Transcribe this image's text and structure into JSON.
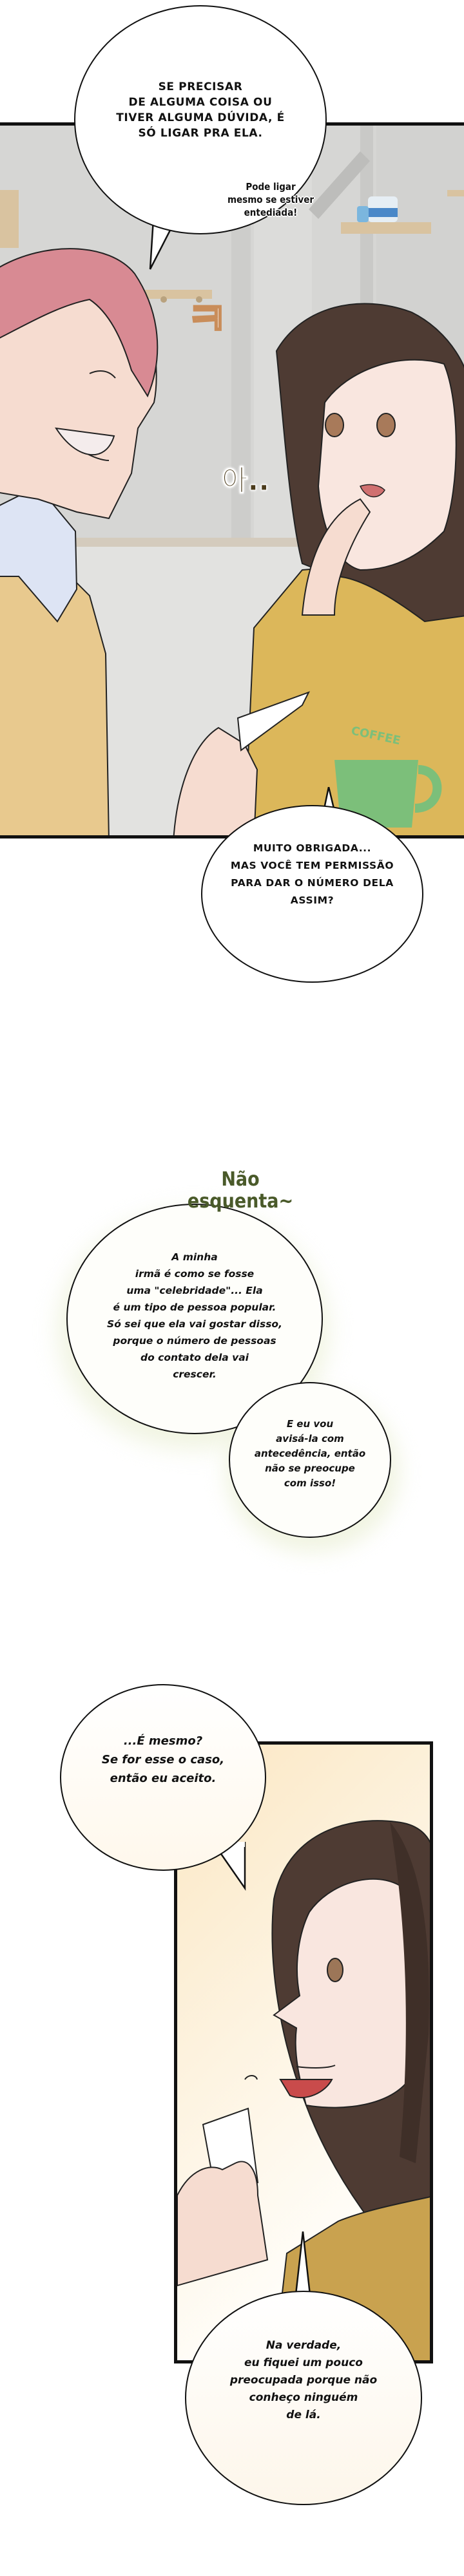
{
  "page": {
    "type": "webtoon-strip",
    "language": "pt-BR",
    "background": "#ffffff"
  },
  "panel1": {
    "bubble_main": "SE PRECISAR\nDE ALGUMA COISA OU\nTIVER ALGUMA DÚVIDA, É\nSÓ LIGAR PRA ELA.",
    "aside": "Pode ligar\nmesmo se estiver\nentediada!",
    "sfx_giggle": "ㅋ",
    "sfx_ah": "아..",
    "shirt_print": "COFFEE",
    "colors": {
      "wall": "#d6d6d4",
      "floor": "#e3e3e1",
      "man_hair": "#d88a93",
      "man_sweater": "#e8c98e",
      "woman_hair": "#4e3b33",
      "woman_sweater": "#dcb75a",
      "cup_print": "#7cbf7a"
    }
  },
  "panel1_bubble_below": {
    "text": "MUITO OBRIGADA...\nMAS VOCÊ TEM PERMISSÃO\nPARA DAR O NÚMERO DELA\nASSIM?"
  },
  "interlude": {
    "floating_text": "Não\nesquenta~",
    "floating_text_color": "#4a5a2a",
    "bubble_large": "A minha\nirmã é como se fosse\numa \"celebridade\"... Ela\né um tipo de pessoa popular.\nSó sei que ela vai gostar disso,\nporque o número de pessoas\ndo contato dela vai\ncrescer.",
    "bubble_small": "E eu vou\navisá-la com\nantecedência, então\nnão se preocupe\ncom isso!",
    "glow_color": "#eef2dc"
  },
  "panel3": {
    "bubble_top": "...É mesmo?\nSe for esse o caso,\nentão eu aceito.",
    "bubble_bottom": "Na verdade,\neu fiquei um pouco\npreocupada porque não\nconheço ninguém\nde lá.",
    "colors": {
      "bg_glow": "#fdf1d8",
      "hair": "#4e3b33",
      "sweater": "#c9a24f",
      "skin": "#f8e3dc"
    }
  }
}
